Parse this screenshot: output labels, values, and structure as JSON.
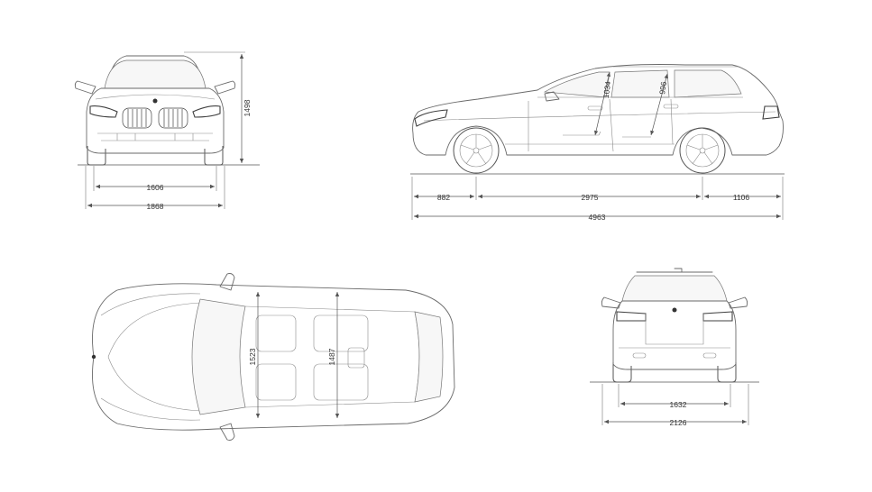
{
  "dimensions": {
    "front_track": "1606",
    "front_width": "1868",
    "front_height": "1498",
    "side_front_overhang": "882",
    "side_wheelbase": "2975",
    "side_rear_overhang": "1106",
    "side_length": "4963",
    "side_front_headroom": "1034",
    "side_rear_headroom": "996",
    "top_front_elbow": "1523",
    "top_rear_elbow": "1487",
    "rear_track": "1632",
    "rear_width": "2126"
  },
  "icons": {
    "logo": "bmw-roundel-icon"
  }
}
